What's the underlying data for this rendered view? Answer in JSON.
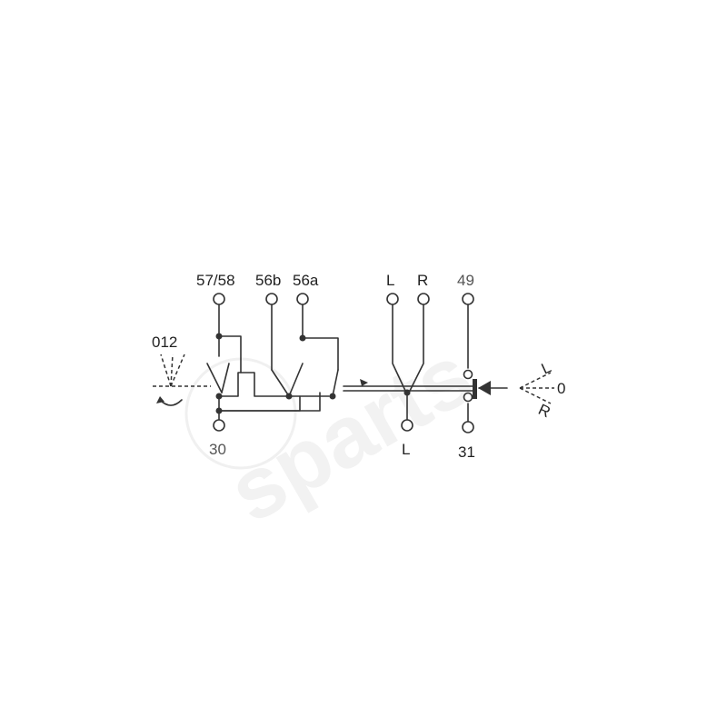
{
  "watermark": {
    "text": "sparts"
  },
  "labels": {
    "t5758": "57/58",
    "t56b": "56b",
    "t56a": "56a",
    "tL_top": "L",
    "tR_top": "R",
    "t49": "49",
    "t30": "30",
    "tL_bottom": "L",
    "t31": "31",
    "pos_left": "012",
    "pos_right_L": "L",
    "pos_right_0": "0",
    "pos_right_R": "R"
  }
}
